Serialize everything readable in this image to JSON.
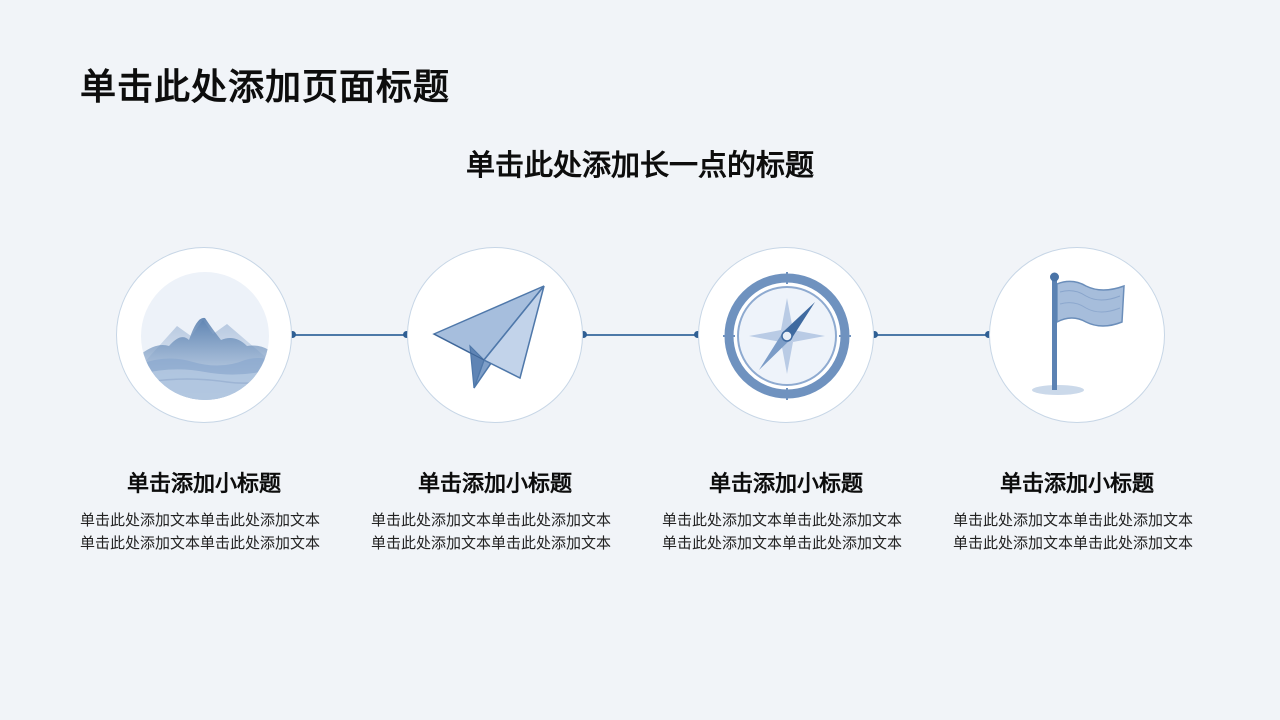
{
  "page": {
    "title": "单击此处添加页面标题",
    "heading": "单击此处添加长一点的标题"
  },
  "items": [
    {
      "icon": "mountain-landscape-icon",
      "title": "单击添加小标题",
      "body": "单击此处添加文本单击此处添加文本单击此处添加文本单击此处添加文本"
    },
    {
      "icon": "paper-plane-icon",
      "title": "单击添加小标题",
      "body": "单击此处添加文本单击此处添加文本单击此处添加文本单击此处添加文本"
    },
    {
      "icon": "compass-icon",
      "title": "单击添加小标题",
      "body": "单击此处添加文本单击此处添加文本单击此处添加文本单击此处添加文本"
    },
    {
      "icon": "flag-icon",
      "title": "单击添加小标题",
      "body": "单击此处添加文本单击此处添加文本单击此处添加文本单击此处添加文本"
    }
  ],
  "colors": {
    "background": "#f1f4f8",
    "accent": "#2f5f94",
    "icon_blue": "#5b82b3",
    "circle_border": "#c7d6e6"
  }
}
